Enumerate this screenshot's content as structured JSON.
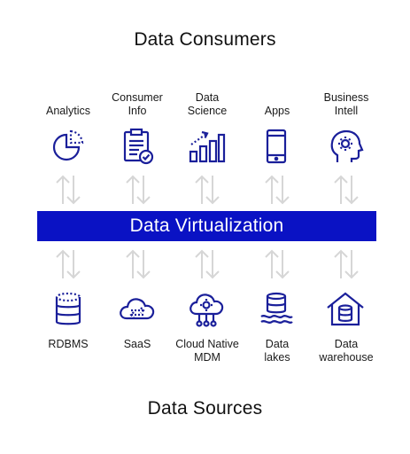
{
  "consumers_title": "Data Consumers",
  "sources_title": "Data Sources",
  "bar_label": "Data Virtualization",
  "consumers": [
    {
      "label": "Analytics",
      "icon": "pie-chart-icon"
    },
    {
      "label": "Consumer Info",
      "icon": "clipboard-check-icon"
    },
    {
      "label": "Data Science",
      "icon": "bar-chart-trend-icon"
    },
    {
      "label": "Apps",
      "icon": "smartphone-icon"
    },
    {
      "label": "Business Intell",
      "icon": "head-gear-icon"
    }
  ],
  "sources": [
    {
      "label": "RDBMS",
      "icon": "database-icon"
    },
    {
      "label": "SaaS",
      "icon": "cloud-exchange-icon"
    },
    {
      "label": "Cloud Native MDM",
      "icon": "cloud-gear-network-icon"
    },
    {
      "label": "Data lakes",
      "icon": "database-waves-icon"
    },
    {
      "label": "Data warehouse",
      "icon": "house-database-icon"
    }
  ],
  "colors": {
    "accent": "#0a12c4",
    "icon_stroke": "#1a1f9a",
    "arrow": "#d6d6d6"
  }
}
